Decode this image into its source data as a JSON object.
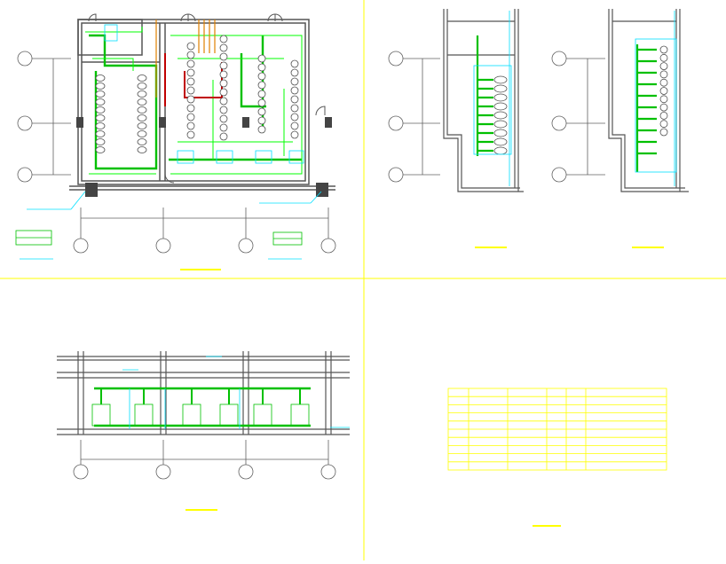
{
  "drawing": {
    "colors": {
      "background": "#ffffff",
      "frame": "#ffff00",
      "wall": "#555555",
      "pipe_green": "#00c000",
      "pipe_bright": "#00ff00",
      "pipe_red": "#c00000",
      "pipe_orange": "#e08000",
      "cyan": "#00e0ff",
      "fixture": "#505050",
      "grid": "#606060"
    },
    "panels": [
      {
        "name": "plan-view"
      },
      {
        "name": "section-views"
      },
      {
        "name": "elevation-view"
      },
      {
        "name": "legend-table"
      }
    ],
    "legend_table": {
      "rows": 10,
      "columns": 6
    }
  }
}
